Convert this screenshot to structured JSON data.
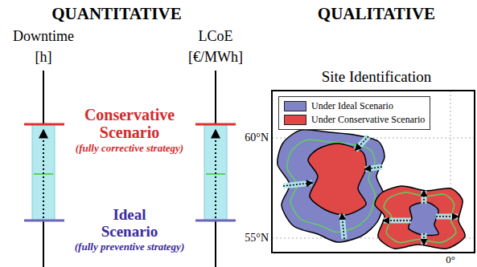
{
  "diagram": {
    "labels": [
      "QUANTITATIVE",
      "QUALITATIVE",
      "Downtime",
      "[h]",
      "LCoE",
      "[€/MWh]",
      "Conservative Scenario",
      "(fully corrective strategy)",
      "Ideal Scenario",
      "(fully preventive strategy)",
      "Site Identification",
      "60°N",
      "55°N",
      "0°"
    ],
    "legend": [
      {
        "text": "Under Ideal Scenario",
        "color": "#8084c6"
      },
      {
        "text": "Under Conservative Scenario",
        "color": "#e04848"
      }
    ]
  }
}
